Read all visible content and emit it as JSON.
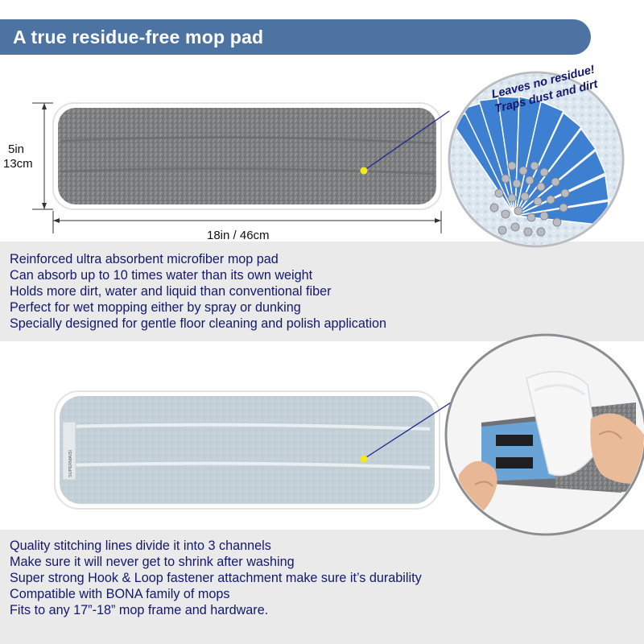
{
  "header": {
    "title": "A true residue-free mop pad"
  },
  "dimensions": {
    "height_in": "5in",
    "height_cm": "13cm",
    "width": "18in / 46cm"
  },
  "callout_top": {
    "line1": "Leaves no residue!",
    "line2": "Traps dust and dirt"
  },
  "pad_back": {
    "brand_tag": "SUPERMAISI"
  },
  "features_top": [
    "Reinforced ultra absorbent microfiber mop pad",
    "Can absorb up to 10 times water than its own weight",
    "Holds more dirt, water and liquid than conventional fiber",
    "Perfect for wet mopping either by spray or dunking",
    "Specially designed for gentle floor cleaning and polish application"
  ],
  "features_bottom": [
    "Quality stitching lines divide it into 3 channels",
    "Make sure it will never get to shrink after washing",
    "Super strong Hook & Loop fastener attachment make sure it’s durability",
    "Compatible with BONA family of mops",
    "Fits to any 17”-18” mop frame and hardware."
  ],
  "colors": {
    "banner": "#4d73a3",
    "feature_text": "#13186b",
    "band": "#eaeaeb",
    "pointer_dot": "#f2ea1c",
    "pointer_line": "#1b2a8f"
  }
}
